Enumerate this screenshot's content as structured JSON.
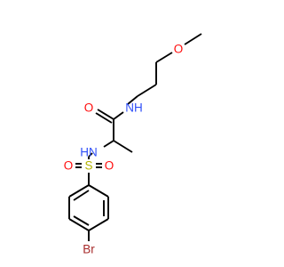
{
  "molecule": {
    "atoms": [
      {
        "id": "O_ether",
        "label": "O",
        "color": "#ff0d0d"
      },
      {
        "id": "N_amide",
        "label": "NH",
        "color": "#3050f8"
      },
      {
        "id": "O_carbonyl",
        "label": "O",
        "color": "#ff0d0d"
      },
      {
        "id": "N_sulfonamide",
        "label": "HN",
        "color": "#3050f8"
      },
      {
        "id": "S",
        "label": "S",
        "color": "#b3b300"
      },
      {
        "id": "O_sulfonyl_left",
        "label": "O",
        "color": "#ff0d0d"
      },
      {
        "id": "O_sulfonyl_right",
        "label": "O",
        "color": "#ff0d0d"
      },
      {
        "id": "Br",
        "label": "Br",
        "color": "#a62929"
      }
    ],
    "bond_color": "#000000"
  }
}
